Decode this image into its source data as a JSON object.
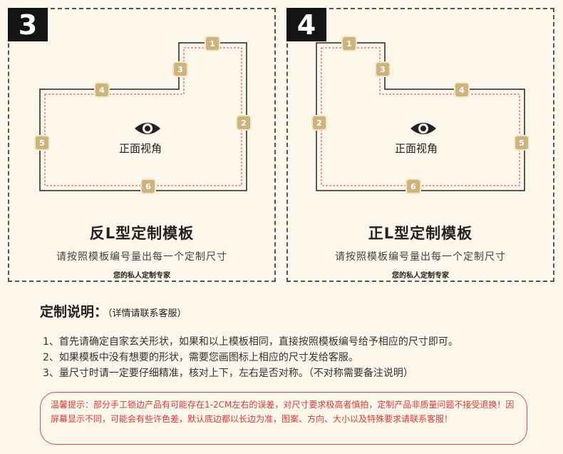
{
  "templates": [
    {
      "number": "3",
      "title": "反L型定制模板",
      "subtitle": "请按照模板编号量出每一个定制尺寸",
      "tagline": "您的私人定制专家",
      "view_label": "正面视角",
      "tags": [
        "1",
        "2",
        "3",
        "4",
        "5",
        "6"
      ]
    },
    {
      "number": "4",
      "title": "正L型定制模板",
      "subtitle": "请按照模板编号量出每一个定制尺寸",
      "tagline": "您的私人定制专家",
      "view_label": "正面视角",
      "tags": [
        "1",
        "2",
        "3",
        "4",
        "5",
        "6"
      ]
    }
  ],
  "description": {
    "title": "定制说明：",
    "title_note": "（详情请联系客服）",
    "lines": [
      "1、首先请确定自家玄关形状，如果和以上模板相同，直接按照模板编号给予相应的尺寸即可。",
      "2、如果模板中没有想要的形状，需要您画图标上相应的尺寸发给客服。",
      "3、量尺寸时请一定要仔细精准，核对上下，左右是否对称。（不对称需要备注说明）"
    ]
  },
  "notice": {
    "text": "温馨提示：部分手工锁边产品有可能存在1-2CM左右的误差，对尺寸要求极高者慎拍，定制产品非质量问题不接受退换！因屏幕显示不同，可能会有些许色差，默认底边都以长边为准，图案、方向、大小以及特殊要求请联系客服！"
  },
  "colors": {
    "background": "#fdf6ea",
    "badge": "#141414",
    "tag": "#cdb47e",
    "guide_line": "#d9434a",
    "notice": "#d43a3a"
  },
  "icons": [
    "eye-icon"
  ]
}
